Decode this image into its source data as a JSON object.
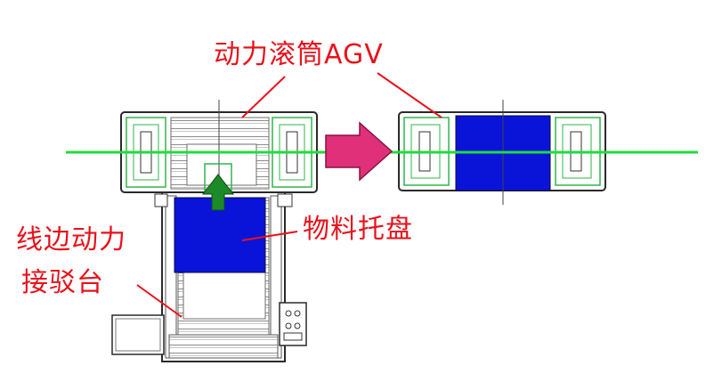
{
  "labels": {
    "agv": "动力滚筒AGV",
    "pallet": "物料托盘",
    "station_line1": "线边动力",
    "station_line2": "接驳台"
  },
  "colors": {
    "callout": "#e8121b",
    "pallet": "#0a14d8",
    "track_line": "#1fdc3c",
    "push_arrow": "#1c8a28",
    "move_arrow": "#e0307a",
    "outline": "#2a2a2a",
    "roller": "#9a9a9a",
    "green_detail": "#2fb64a"
  },
  "icons": {
    "move_arrow": "right-arrow-icon",
    "push_arrow": "up-arrow-icon"
  }
}
